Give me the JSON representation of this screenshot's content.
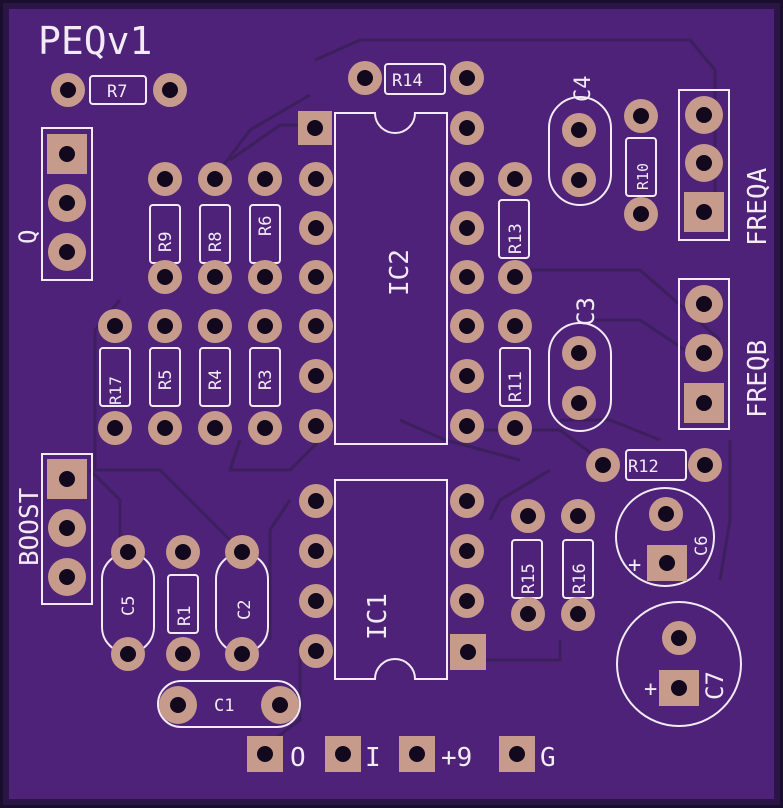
{
  "board": {
    "title": "PEQv1",
    "colors": {
      "outer": "#1a0e2e",
      "board": "#4d2278",
      "edge": "#2a1545",
      "trace": "#3d1f5e",
      "pad": "#c79b8c",
      "silk": "#f2eaf4"
    }
  },
  "labels": {
    "r7": "R7",
    "r14": "R14",
    "c4": "C4",
    "r10": "R10",
    "freqa": "FREQA",
    "q": "Q",
    "r9": "R9",
    "r8": "R8",
    "r6": "R6",
    "ic2": "IC2",
    "r13": "R13",
    "c3": "C3",
    "freqb": "FREQB",
    "r17": "R17",
    "r5": "R5",
    "r4": "R4",
    "r3": "R3",
    "r11": "R11",
    "r12": "R12",
    "boost": "BOOST",
    "c6": "C6",
    "r15": "R15",
    "r16": "R16",
    "c5": "C5",
    "r1": "R1",
    "c2": "C2",
    "ic1": "IC1",
    "c7": "C7",
    "c1": "C1",
    "out": "O",
    "in": "I",
    "power": "+9",
    "ground": "G",
    "plus_c6": "+",
    "plus_c7": "+"
  },
  "icons": {
    "pad": "round-pad-icon",
    "square_pad": "square-pad-icon"
  }
}
